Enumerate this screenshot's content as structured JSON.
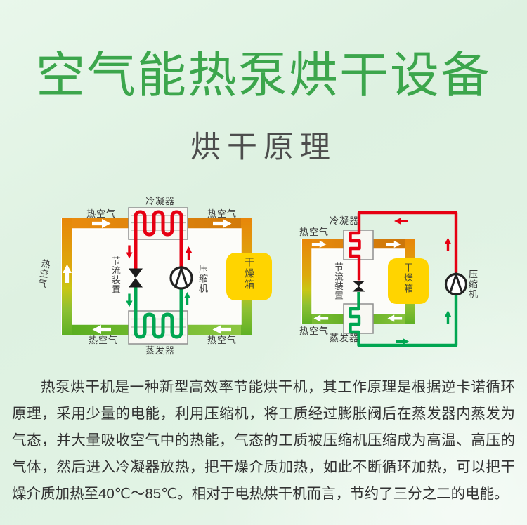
{
  "header": {
    "title": "空气能热泵烘干设备",
    "subtitle": "烘干原理"
  },
  "diagram": {
    "labels": {
      "condenser": "冷凝器",
      "evaporator": "蒸发器",
      "throttle": "节流装置",
      "compressor": "压缩机",
      "drying_box": "干燥箱",
      "hot_air": "热空气"
    },
    "colors": {
      "hot_pipe_red": "#e60012",
      "cold_pipe_green": "#00a651",
      "duct_hot_orange": "#e8860a",
      "duct_cool_green": "#68b526",
      "drying_box_yellow": "#ffd400",
      "title_green": "#3ca64c"
    }
  },
  "description": {
    "paragraph": "热泵烘干机是一种新型高效率节能烘干机，其工作原理是根据逆卡诺循环原理，采用少量的电能，利用压缩机，将工质经过膨胀阀后在蒸发器内蒸发为气态，并大量吸收空气中的热能，气态的工质被压缩机压缩成为高温、高压的气体，然后进入冷凝器放热，把干燥介质加热，如此不断循环加热，可以把干燥介质加热至40℃～85℃。相对于电热烘干机而言，节约了三分之二的电能。"
  }
}
